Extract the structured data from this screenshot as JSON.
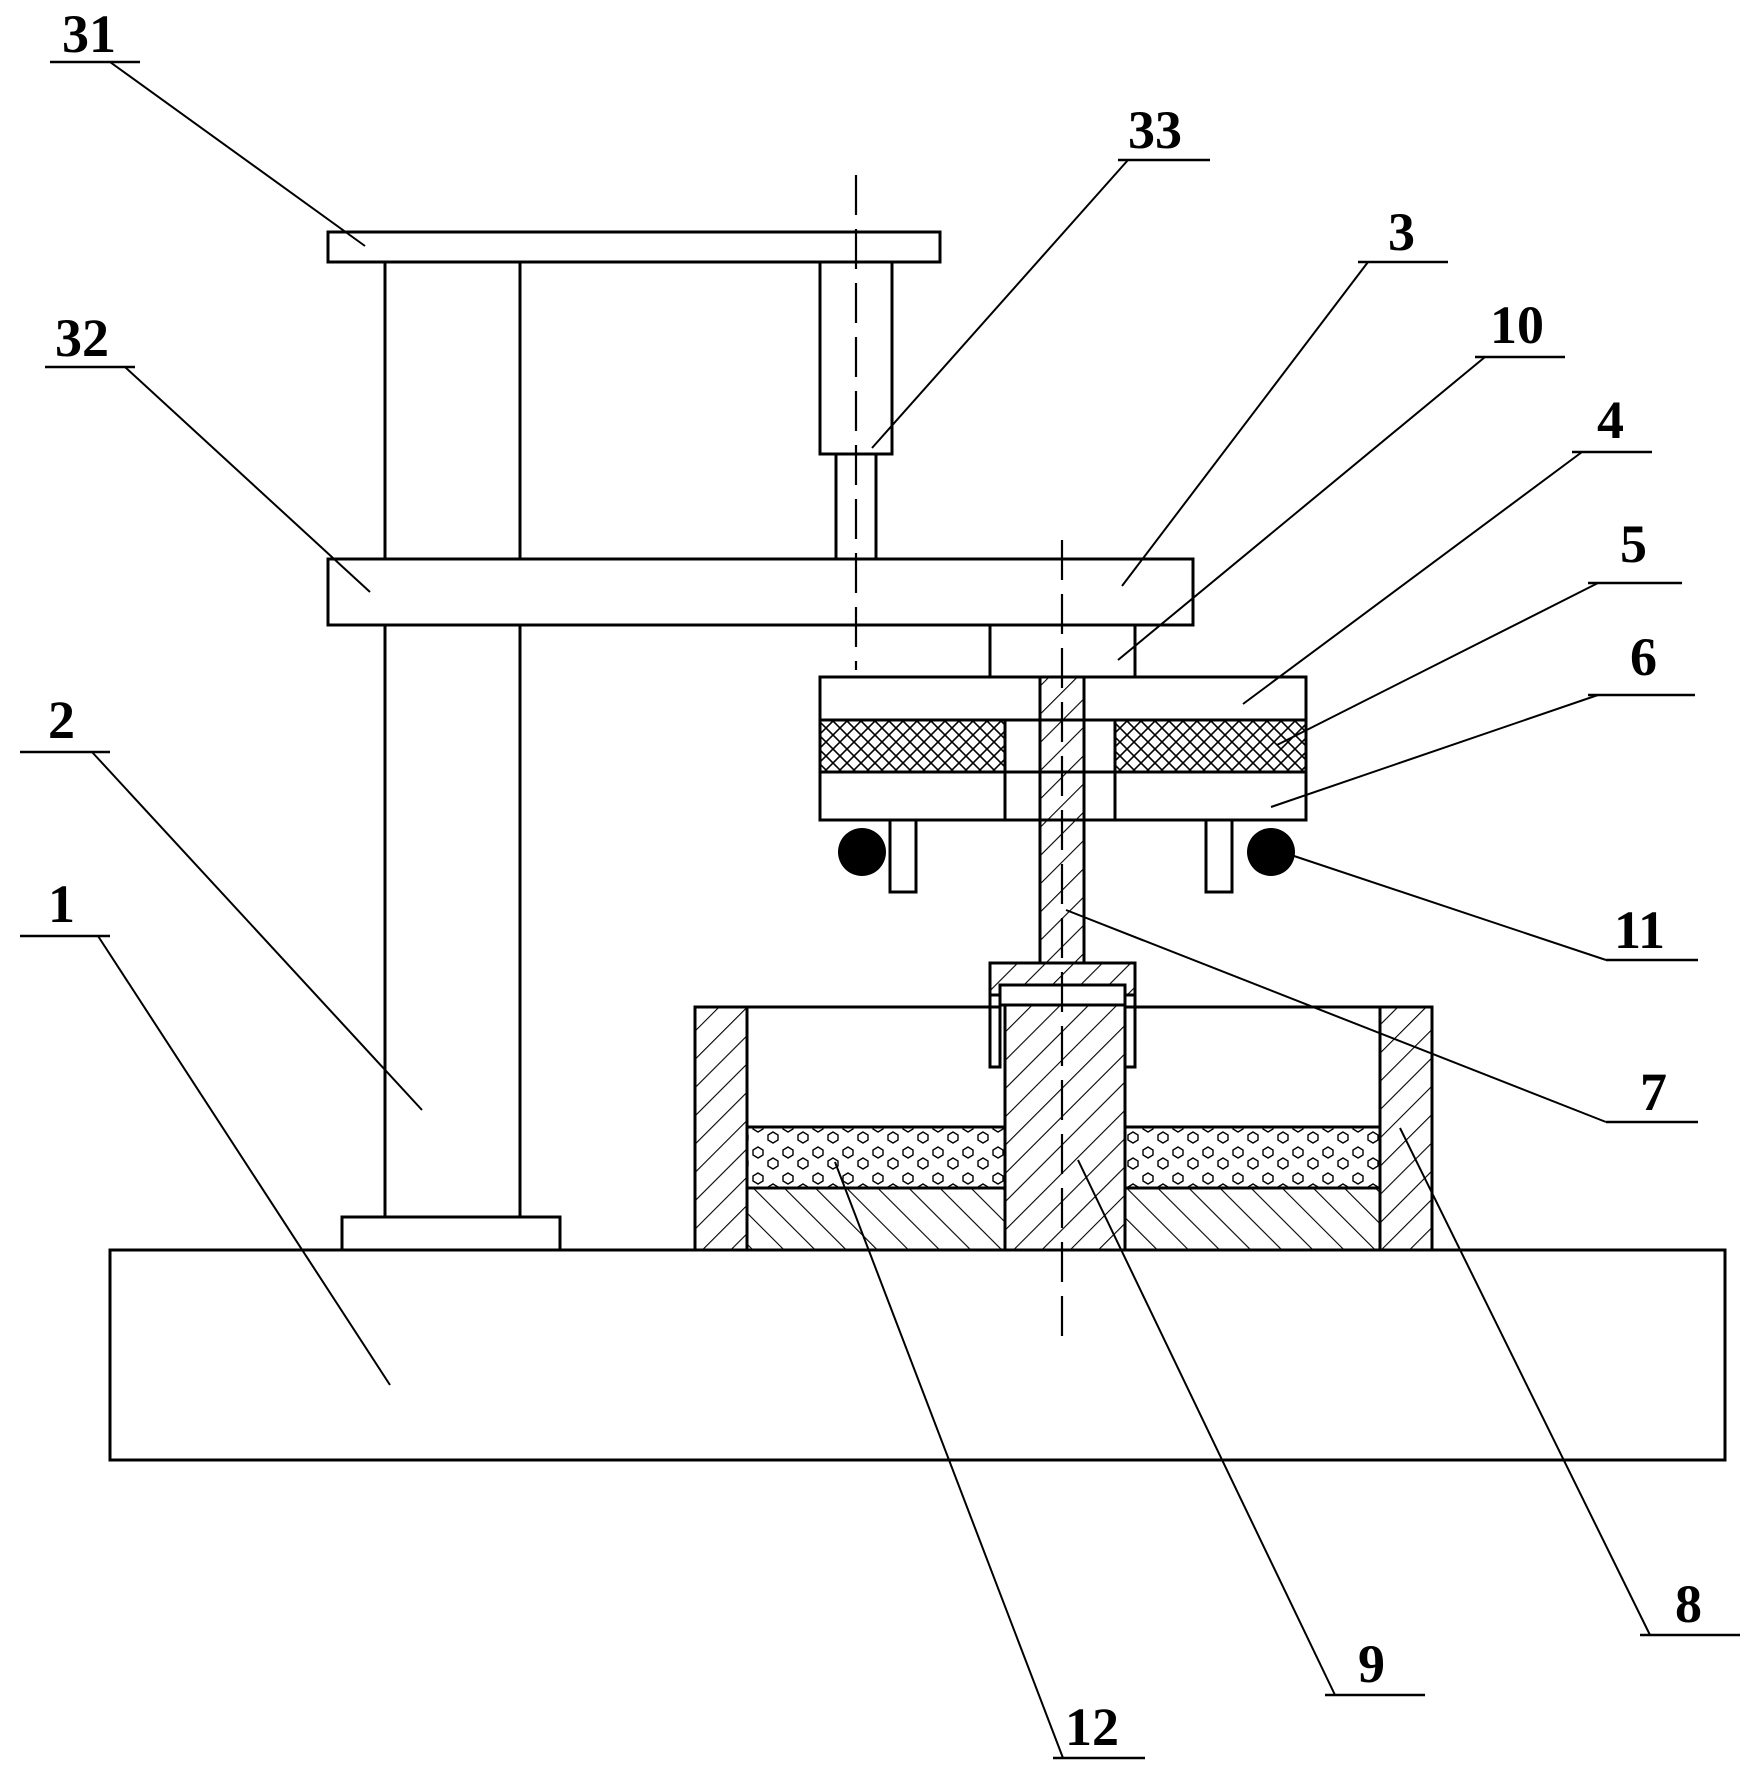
{
  "labels": {
    "l1": "1",
    "l2": "2",
    "l3": "3",
    "l4": "4",
    "l5": "5",
    "l6": "6",
    "l7": "7",
    "l8": "8",
    "l9": "9",
    "l10": "10",
    "l11": "11",
    "l12": "12",
    "l31": "31",
    "l32": "32",
    "l33": "33"
  },
  "colors": {
    "line": "#000000",
    "background": "#ffffff"
  }
}
